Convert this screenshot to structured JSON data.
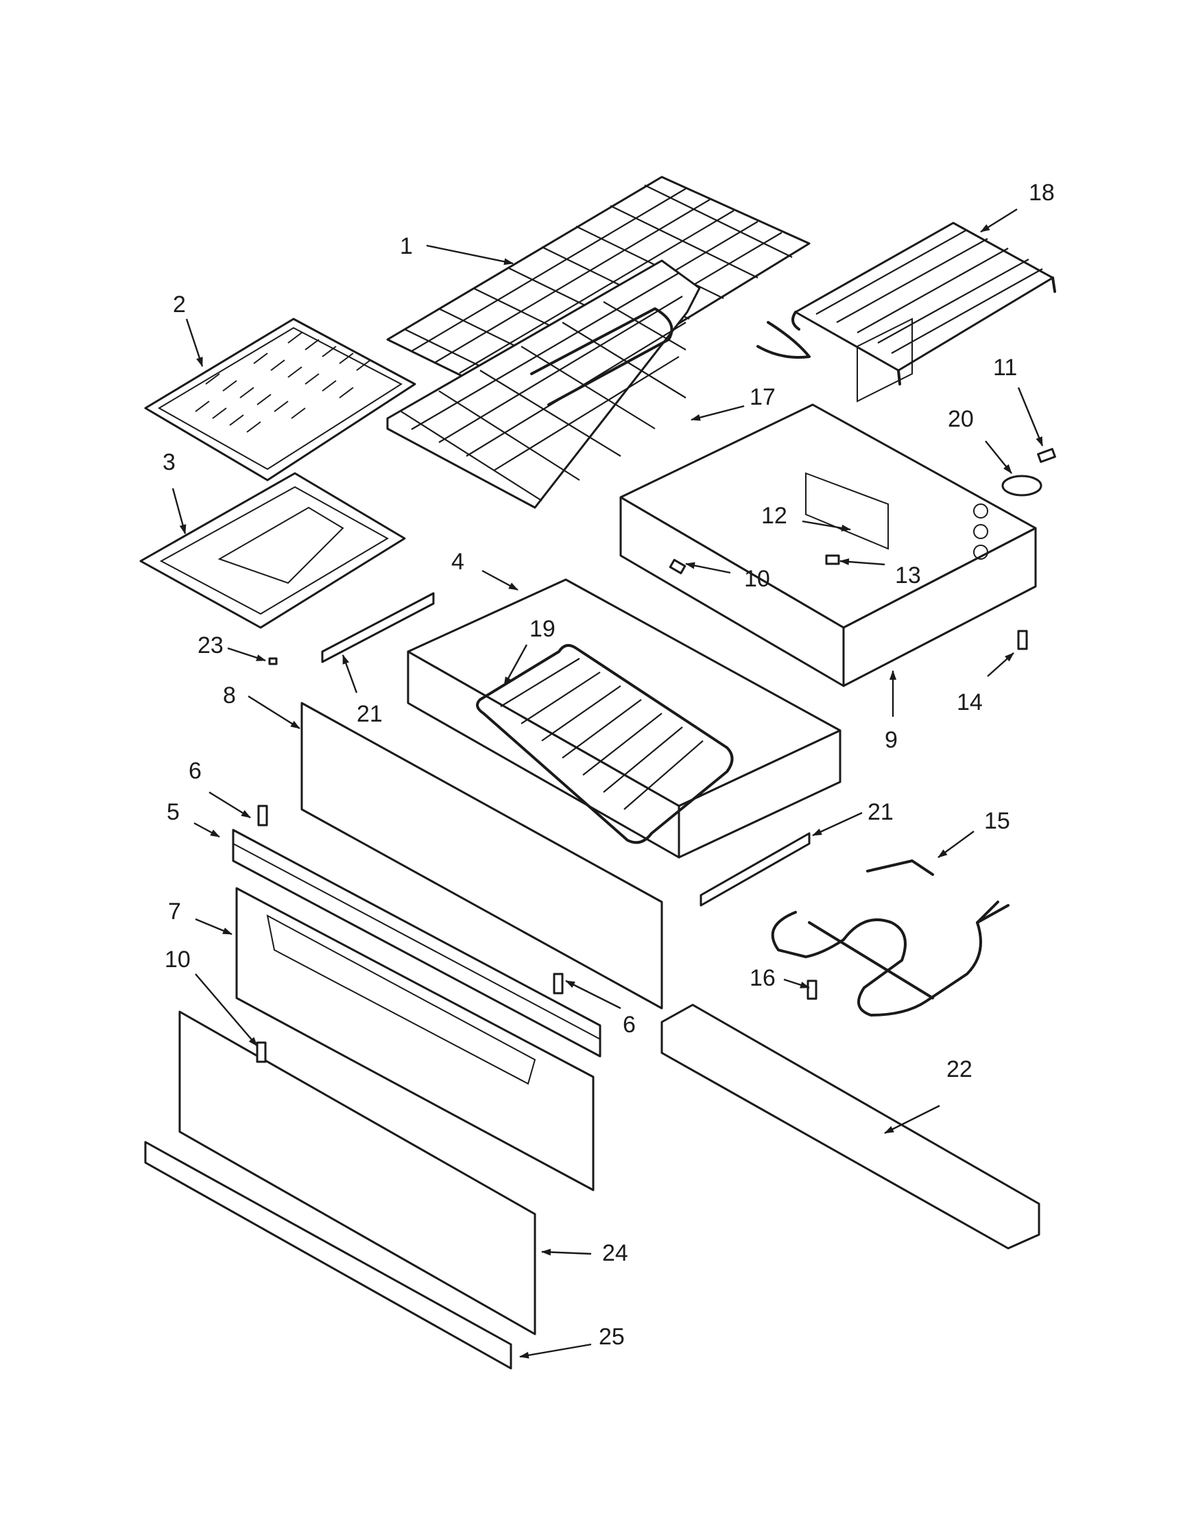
{
  "diagram": {
    "callouts": [
      {
        "id": "c1",
        "text": "1"
      },
      {
        "id": "c2",
        "text": "2"
      },
      {
        "id": "c3",
        "text": "3"
      },
      {
        "id": "c4",
        "text": "4"
      },
      {
        "id": "c5",
        "text": "5"
      },
      {
        "id": "c6a",
        "text": "6"
      },
      {
        "id": "c6b",
        "text": "6"
      },
      {
        "id": "c7",
        "text": "7"
      },
      {
        "id": "c8",
        "text": "8"
      },
      {
        "id": "c9",
        "text": "9"
      },
      {
        "id": "c10a",
        "text": "10"
      },
      {
        "id": "c10b",
        "text": "10"
      },
      {
        "id": "c11",
        "text": "11"
      },
      {
        "id": "c12",
        "text": "12"
      },
      {
        "id": "c13",
        "text": "13"
      },
      {
        "id": "c14",
        "text": "14"
      },
      {
        "id": "c15",
        "text": "15"
      },
      {
        "id": "c16",
        "text": "16"
      },
      {
        "id": "c17",
        "text": "17"
      },
      {
        "id": "c18",
        "text": "18"
      },
      {
        "id": "c19",
        "text": "19"
      },
      {
        "id": "c20",
        "text": "20"
      },
      {
        "id": "c21a",
        "text": "21"
      },
      {
        "id": "c21b",
        "text": "21"
      },
      {
        "id": "c22",
        "text": "22"
      },
      {
        "id": "c23",
        "text": "23"
      },
      {
        "id": "c24",
        "text": "24"
      },
      {
        "id": "c25",
        "text": "25"
      }
    ]
  }
}
